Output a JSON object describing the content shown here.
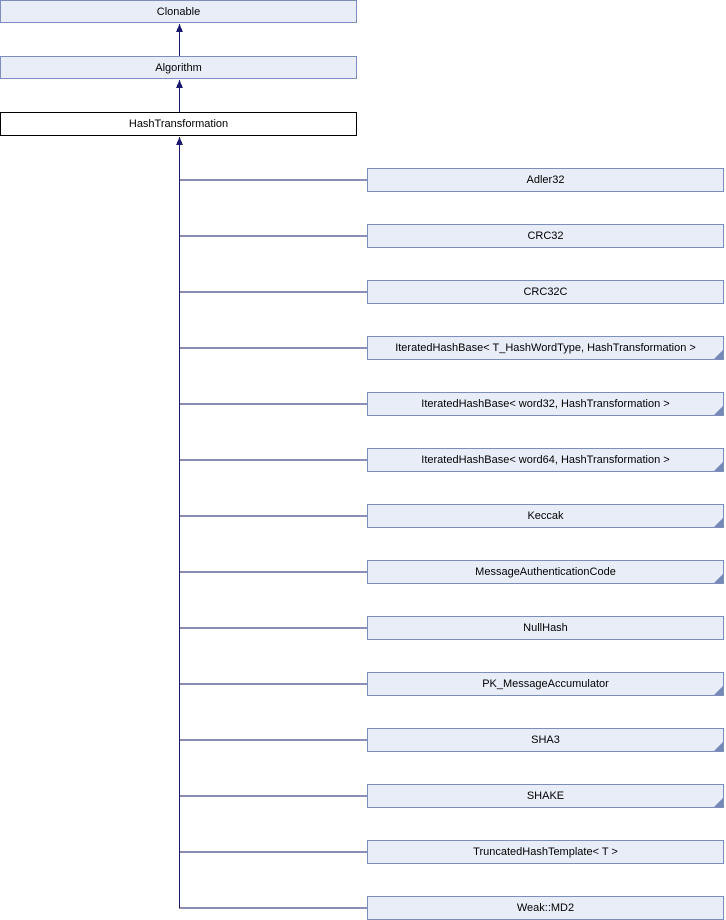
{
  "diagram": {
    "kind": "class-inheritance-graph",
    "colors": {
      "node_fill": "#E8EDF7",
      "node_border": "#7C8EBE",
      "corner_marker": "#7688B5",
      "edge": "#191970",
      "focus_border": "#000000",
      "focus_fill": "#FFFFFF"
    },
    "ancestors": [
      {
        "label": "Clonable"
      },
      {
        "label": "Algorithm"
      }
    ],
    "focus": {
      "label": "HashTransformation"
    },
    "children": [
      {
        "label": "Adler32",
        "truncated": false
      },
      {
        "label": "CRC32",
        "truncated": false
      },
      {
        "label": "CRC32C",
        "truncated": false
      },
      {
        "label": "IteratedHashBase< T_HashWordType, HashTransformation >",
        "truncated": true
      },
      {
        "label": "IteratedHashBase< word32, HashTransformation >",
        "truncated": true
      },
      {
        "label": "IteratedHashBase< word64, HashTransformation >",
        "truncated": true
      },
      {
        "label": "Keccak",
        "truncated": true
      },
      {
        "label": "MessageAuthenticationCode",
        "truncated": true
      },
      {
        "label": "NullHash",
        "truncated": false
      },
      {
        "label": "PK_MessageAccumulator",
        "truncated": true
      },
      {
        "label": "SHA3",
        "truncated": true
      },
      {
        "label": "SHAKE",
        "truncated": true
      },
      {
        "label": "TruncatedHashTemplate< T >",
        "truncated": false
      },
      {
        "label": "Weak::MD2",
        "truncated": false
      }
    ]
  }
}
